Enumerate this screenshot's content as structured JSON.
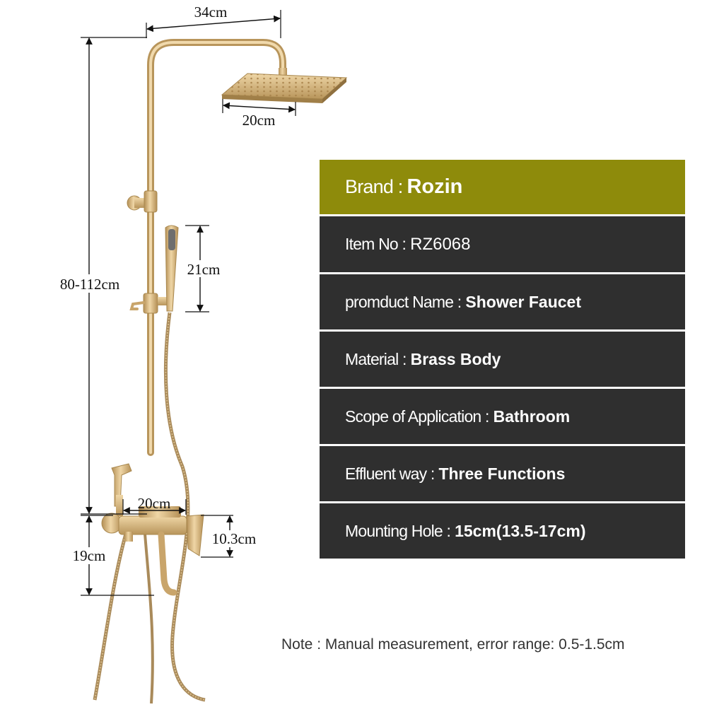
{
  "dimensions": {
    "arm_width": "34cm",
    "head_width": "20cm",
    "height_range": "80-112cm",
    "handheld_length": "21cm",
    "mixer_width": "20cm",
    "mixer_height": "10.3cm",
    "mixer_drop": "19cm"
  },
  "specs": {
    "brand": {
      "label": "Brand :",
      "value": "Rozin"
    },
    "item_no": {
      "label": "Item No :",
      "value": "RZ6068"
    },
    "product_name": {
      "label": "promduct Name :",
      "value": "Shower Faucet"
    },
    "material": {
      "label": "Material :",
      "value": "Brass Body"
    },
    "scope": {
      "label": "Scope of Application :",
      "value": "Bathroom"
    },
    "effluent": {
      "label": "Effluent way :",
      "value": "Three Functions"
    },
    "mounting": {
      "label": "Mounting Hole :",
      "value": "15cm(13.5-17cm)"
    }
  },
  "note": "Note : Manual measurement, error range: 0.5-1.5cm",
  "colors": {
    "brand_bar": "#8e8b0b",
    "spec_rows": "#2f2f2f",
    "brushed_gold": "#d9b77a",
    "background": "#ffffff"
  }
}
